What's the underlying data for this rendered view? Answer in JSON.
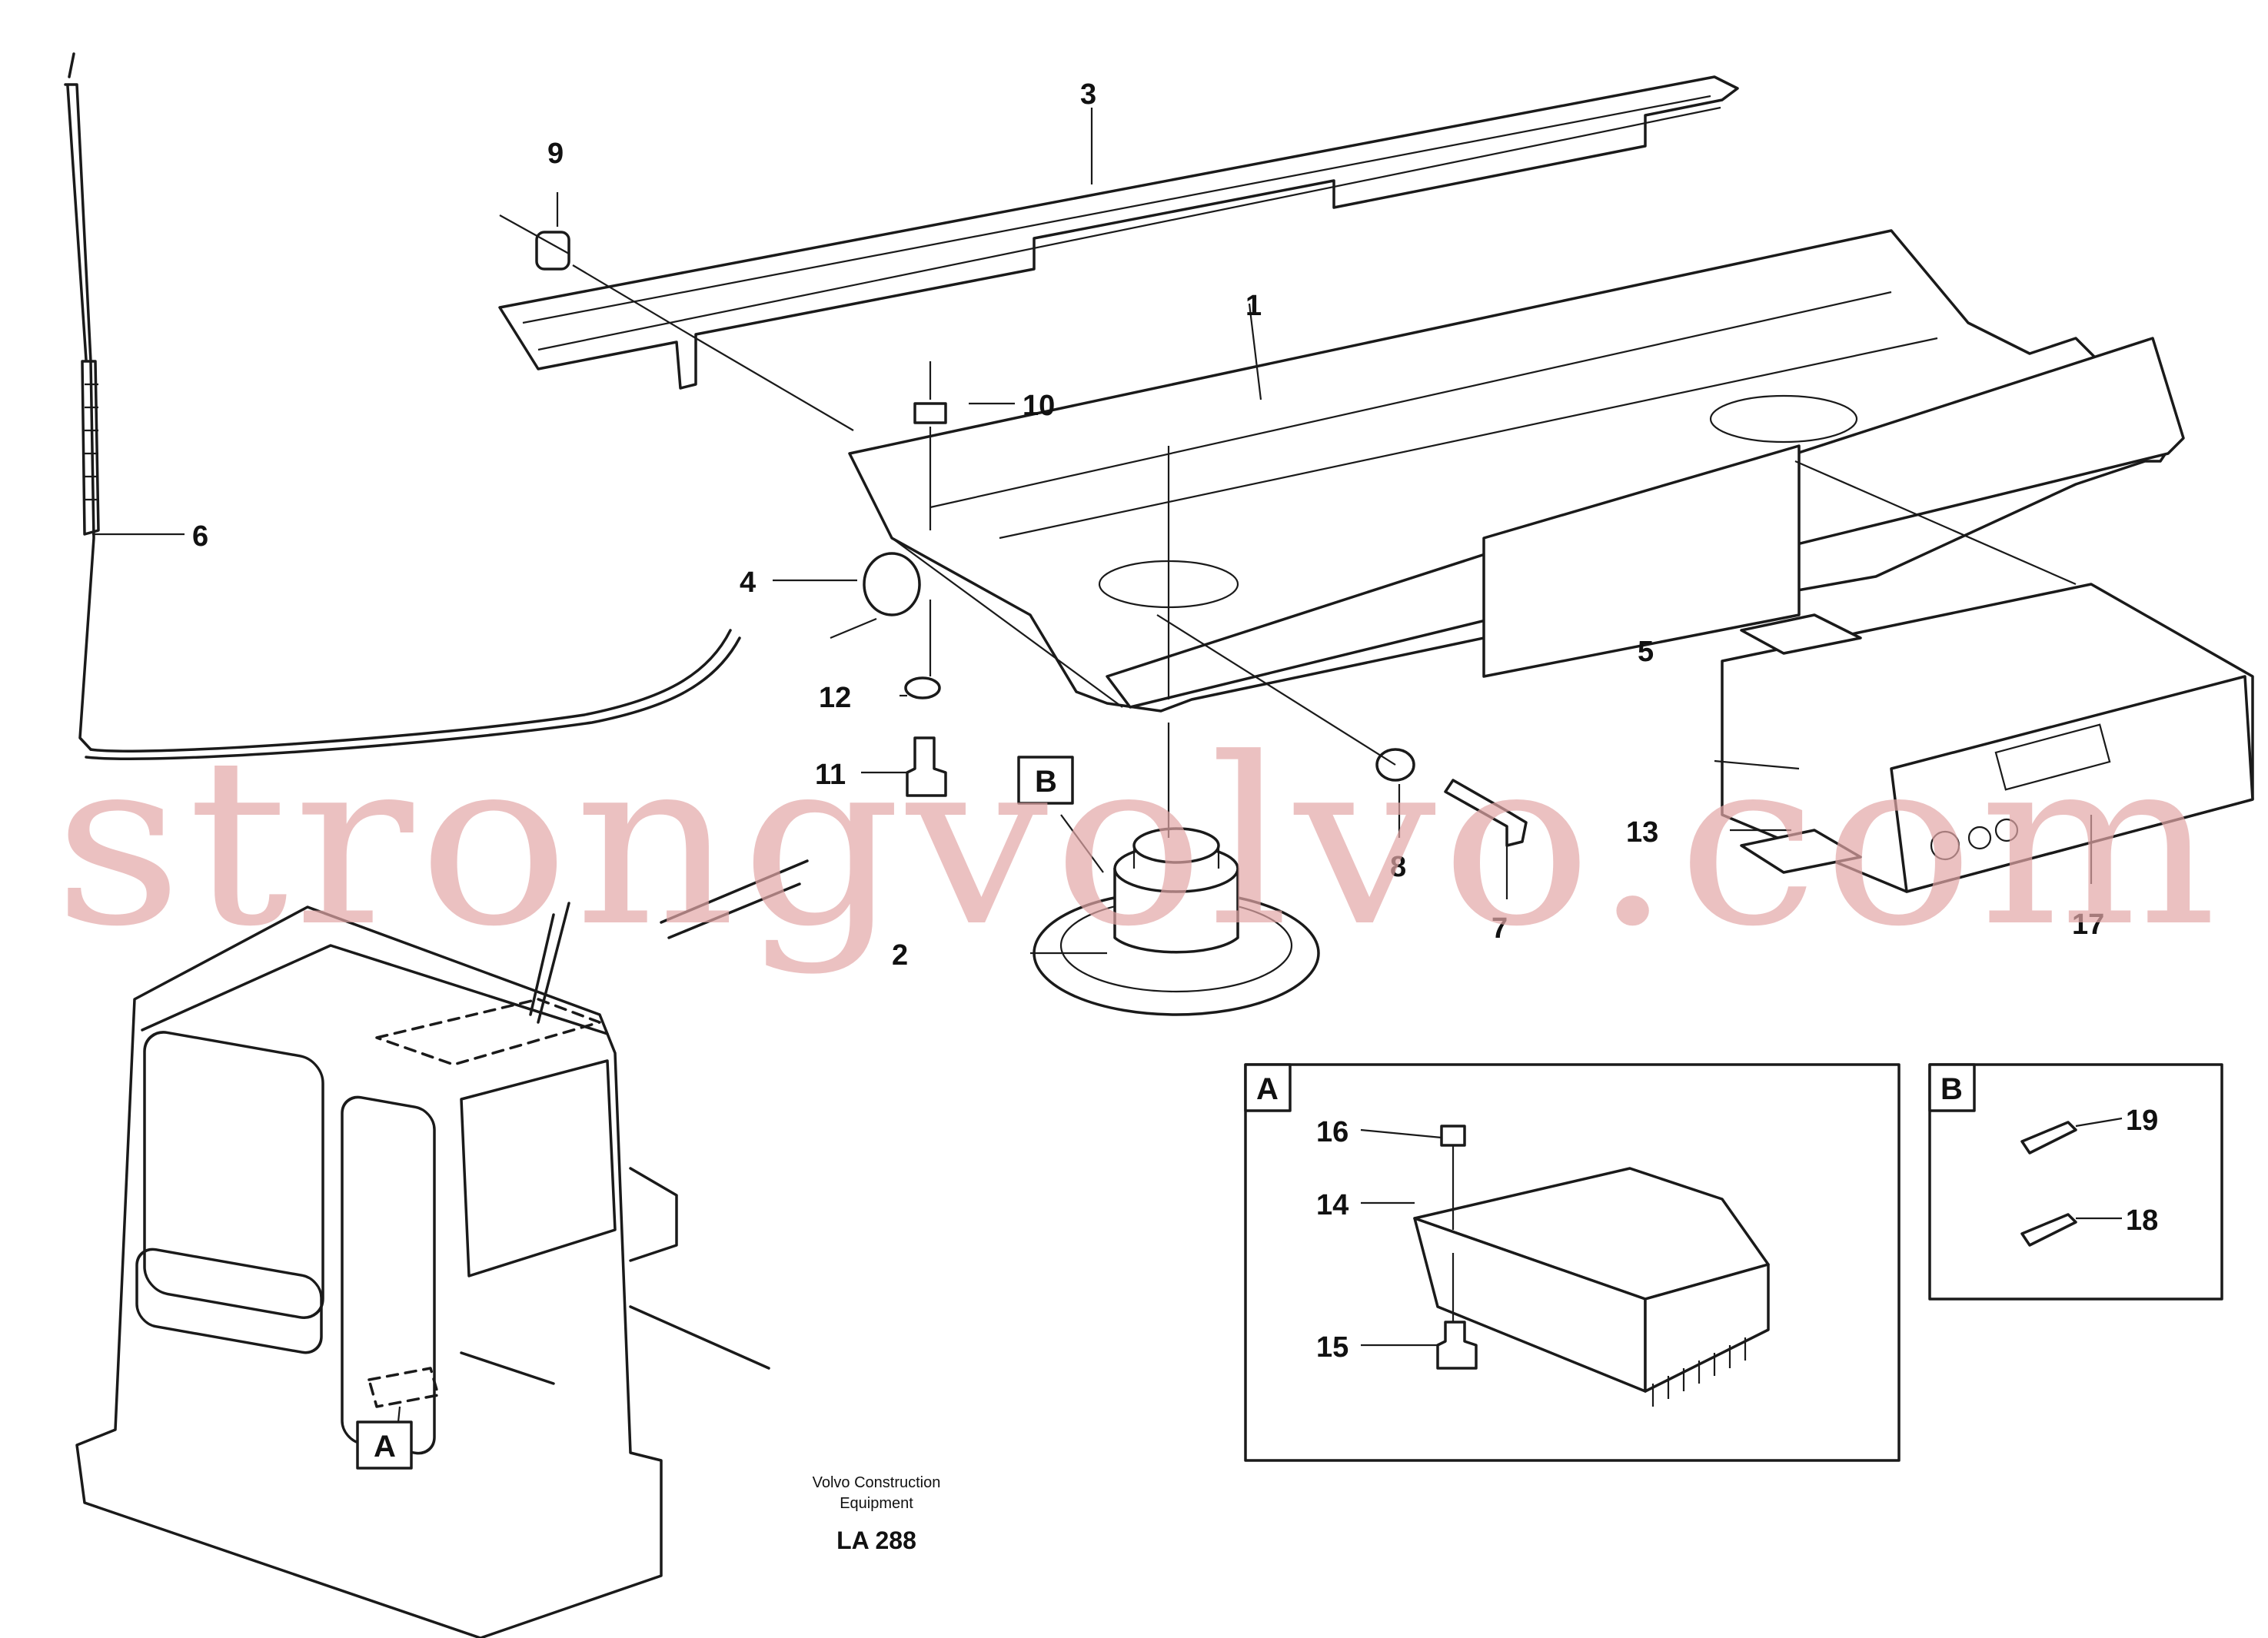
{
  "callouts": {
    "c1": "1",
    "c2": "2",
    "c3": "3",
    "c4": "4",
    "c5": "5",
    "c6": "6",
    "c7": "7",
    "c8": "8",
    "c9": "9",
    "c10": "10",
    "c11": "11",
    "c12": "12",
    "c13": "13",
    "c14": "14",
    "c15": "15",
    "c16": "16",
    "c17": "17",
    "c18": "18",
    "c19": "19"
  },
  "detail_labels": {
    "A": "A",
    "B": "B"
  },
  "caption": {
    "line1": "Volvo Construction",
    "line2": "Equipment",
    "code": "LA 288"
  },
  "watermark": "strongvolvo.com",
  "colors": {
    "ink": "#1a1a1a",
    "watermark": "#e3a6a6"
  }
}
